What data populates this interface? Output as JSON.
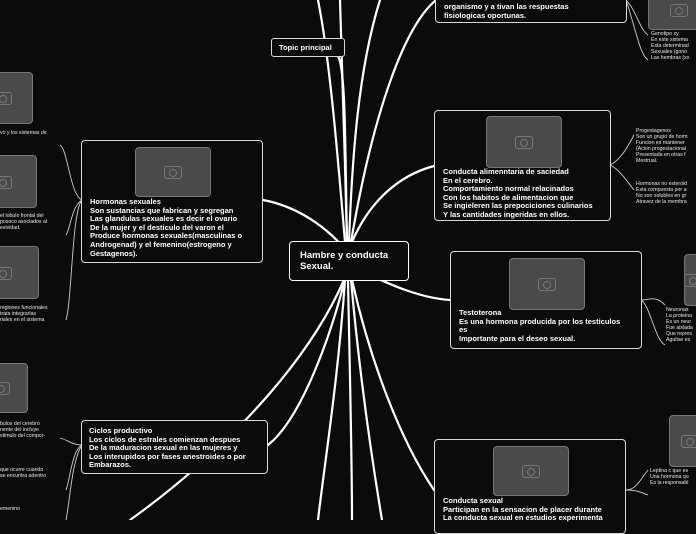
{
  "central": {
    "label": "Hambre y conducta\nSexual."
  },
  "topic_principal": {
    "label": "Topic principal"
  },
  "nodes": {
    "top_right": {
      "text": "organismo y a tivan las respuestas\nfisiologicas oportunas."
    },
    "saciedad": {
      "text": "Conducta alimenntaria de saciedad\nEn el cerebro.\nComportamiento normal relacinados\nCon los habitos de alimentacion que\nSe ingieleren las prepociciones culinarios\nY las cantidades ingeridas en ellos."
    },
    "testosterona": {
      "text": "Testoterona\nEs una hormona producida por los testiculos\nes\nImportante para el deseo sexual."
    },
    "conducta_sexual": {
      "text": "Conducta sexual\nParticipan en la sensacion de placer durante\nLa conducta sexual en estudios experimenta"
    },
    "hormonas": {
      "text": "Hormonas sexuales\nSon sustancias que fabrican y segregan\nLas glandulas sexuales es decir el ovario\nDe la mujer y el desticulo del varon el\nProduce hormonas sexuales(masculinas o\nAndrogenad) y el femenino(estrogeno y\nGestagenos)."
    },
    "ciclos": {
      "text": "Ciclos productivo\nLos ciclos de estrales comienzan despues\nDe la maduracion sexual en las mujeres y\nLos interupidos por fases anestroides o por\nEmbarazos."
    }
  },
  "side_notes": {
    "genotipo": "Genotipo xy\nEn este sistema\nEsta determinad\nSexuales (gono\nLas hembras (xx",
    "progestagenos": "Progestagenos\nSon un grupo de horm\nFuncion es mantener\n(Acion progestacional\nPresentada en otras f\nMestrual.",
    "esteroides": "Hormonas no esteroid\nEsta compuesta por a\nNo son solubles en gr\nAtravez de la membra",
    "neuronas": "Neuronas\nLa proteina\nEs un neur\nFue aislada\nQue repres\nAgutise ex",
    "leptina": "Leptina c que es\nUna hormona qu\nEs la responsabl",
    "left1": "vo y los sistemas de",
    "left2": "el lobulo frontal del\nposoco asociados al\nesividad.",
    "left3": "regiones funcionales\n trata integrarlas\nriales en el sistema",
    "left4": "bulos del cerebro\nnente del incluye\nstimulo del compor-",
    "left5": "que ocurre cuando\nse encuntra adentro",
    "left6": "emenino"
  },
  "colors": {
    "background": "#0b0b0b",
    "node_border": "#d8d8d8",
    "link": "#ffffff",
    "image_placeholder": "#4a4a4a"
  }
}
